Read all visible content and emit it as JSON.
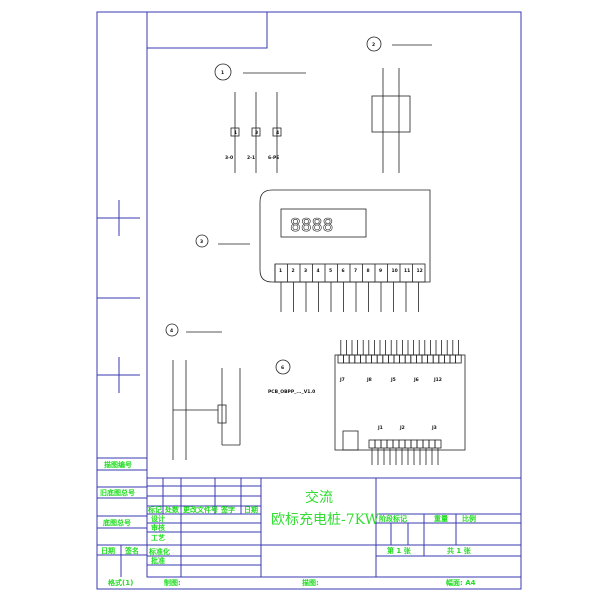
{
  "title_block": {
    "title_line1": "交流",
    "title_line2": "欧标充电桩-7KW",
    "left_labels": [
      "描图编号",
      "旧底图总号",
      "底图总号",
      "日期",
      "签名"
    ],
    "rev_headers": [
      "标记",
      "处数",
      "更改文件号",
      "签字",
      "日期"
    ],
    "roles": [
      "设计",
      "审核",
      "工艺",
      "标准化",
      "批准"
    ],
    "stage_headers": [
      "阶段标记",
      "重量",
      "比例"
    ],
    "sheet": "第 1 张",
    "total": "共 1 张",
    "format": "格式(1)",
    "drawn": "制图:",
    "traced": "描图:",
    "size": "幅面: A4"
  },
  "diagram": {
    "module1": {
      "num": "1",
      "labels": [
        "1",
        "3",
        "4"
      ],
      "wires": [
        "3-0",
        "2-1",
        "6-PE"
      ]
    },
    "module2": {
      "num": "2"
    },
    "module3": {
      "num": "3",
      "display": "8888",
      "terminals": [
        "1",
        "2",
        "3",
        "4",
        "5",
        "6",
        "7",
        "8",
        "9",
        "10",
        "11",
        "12"
      ]
    },
    "module4": {
      "num": "4"
    },
    "module6": {
      "num": "6",
      "model": "PCB_OBPP_..._V1.0",
      "top_headers": [
        "J7",
        "J8",
        "J5",
        "J6",
        "J12"
      ],
      "bottom_headers": [
        "J1",
        "J2",
        "J3"
      ]
    }
  }
}
